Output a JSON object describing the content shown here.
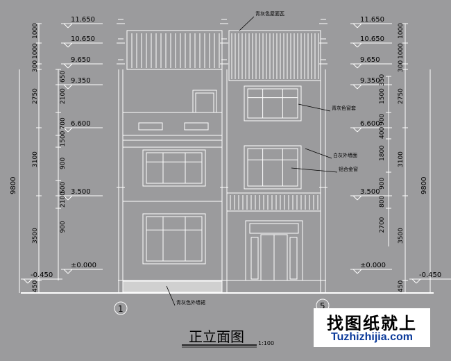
{
  "elevation_marks_left": [
    "11.650",
    "10.650",
    "9.650",
    "9.350",
    "6.600",
    "3.500",
    "±0.000",
    "-0.450"
  ],
  "elevation_marks_right": [
    "11.650",
    "10.650",
    "9.650",
    "9.350",
    "6.600",
    "3.500",
    "±0.000",
    "-0.450"
  ],
  "dims_left_outer": [
    "1000",
    "1000",
    "300",
    "2750",
    "3100",
    "3500",
    "450"
  ],
  "dims_left_inner": [
    "650",
    "2100",
    "700",
    "1500",
    "900",
    "500",
    "2100",
    "900"
  ],
  "dims_left_total": "9800",
  "dims_right_inner": [
    "350",
    "1500",
    "900",
    "400",
    "1800",
    "900",
    "800",
    "2700"
  ],
  "dims_right_outer": [
    "1000",
    "1000",
    "300",
    "2750",
    "3100",
    "3500",
    "450"
  ],
  "dims_right_total": "9800",
  "annotations": {
    "roof_tile": "青灰色屋面瓦",
    "window_cover": "青灰色窗套",
    "white_wall": "白灰外墙面",
    "alu_window": "铝合金窗",
    "plinth_wall": "青灰色外墙裙"
  },
  "axis_labels": [
    "1",
    "5"
  ],
  "title": "正立面图",
  "scale": "1:100",
  "brand": {
    "cn": "找图纸就上",
    "en": "Tuzhizhijia.com"
  },
  "colors": {
    "background": "#9b9b9d",
    "line": "#ffffff",
    "brand_blue": "#0b3a9a"
  }
}
